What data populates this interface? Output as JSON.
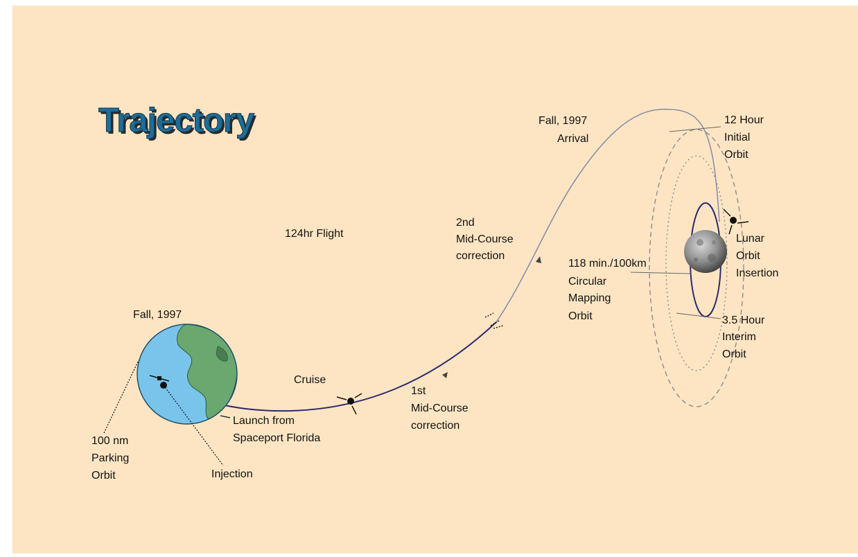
{
  "title": "Trajectory",
  "colors": {
    "background": "#fde5c3",
    "title": "#1f6d96",
    "ocean": "#79c4ea",
    "land": "#6aa870",
    "path_light": "#8a8ea8",
    "path_dark": "#2b2a6e",
    "mapping_orbit": "#2b2a6e",
    "moon": "#8a8a8a"
  },
  "labels": {
    "fall_earth": "Fall, 1997",
    "parking_orbit": [
      "100 nm",
      "Parking",
      "Orbit"
    ],
    "injection": "Injection",
    "launch": [
      "Launch from",
      "Spaceport Florida"
    ],
    "cruise": "Cruise",
    "first_mcc": [
      "1st",
      "Mid-Course",
      "correction"
    ],
    "flight_time": "124hr Flight",
    "second_mcc": [
      "2nd",
      "Mid-Course",
      "correction"
    ],
    "arrival": [
      "Fall, 1997",
      "Arrival"
    ],
    "initial_orbit": [
      "12 Hour",
      "Initial",
      "Orbit"
    ],
    "loi": [
      "Lunar",
      "Orbit",
      "Insertion"
    ],
    "mapping_orbit": [
      "118 min./100km",
      "Circular",
      "Mapping",
      "Orbit"
    ],
    "interim_orbit": [
      "3.5 Hour",
      "Interim",
      "Orbit"
    ]
  },
  "icons": {
    "earth": "earth-globe-icon",
    "moon": "moon-icon",
    "spacecraft": "spacecraft-icon"
  }
}
